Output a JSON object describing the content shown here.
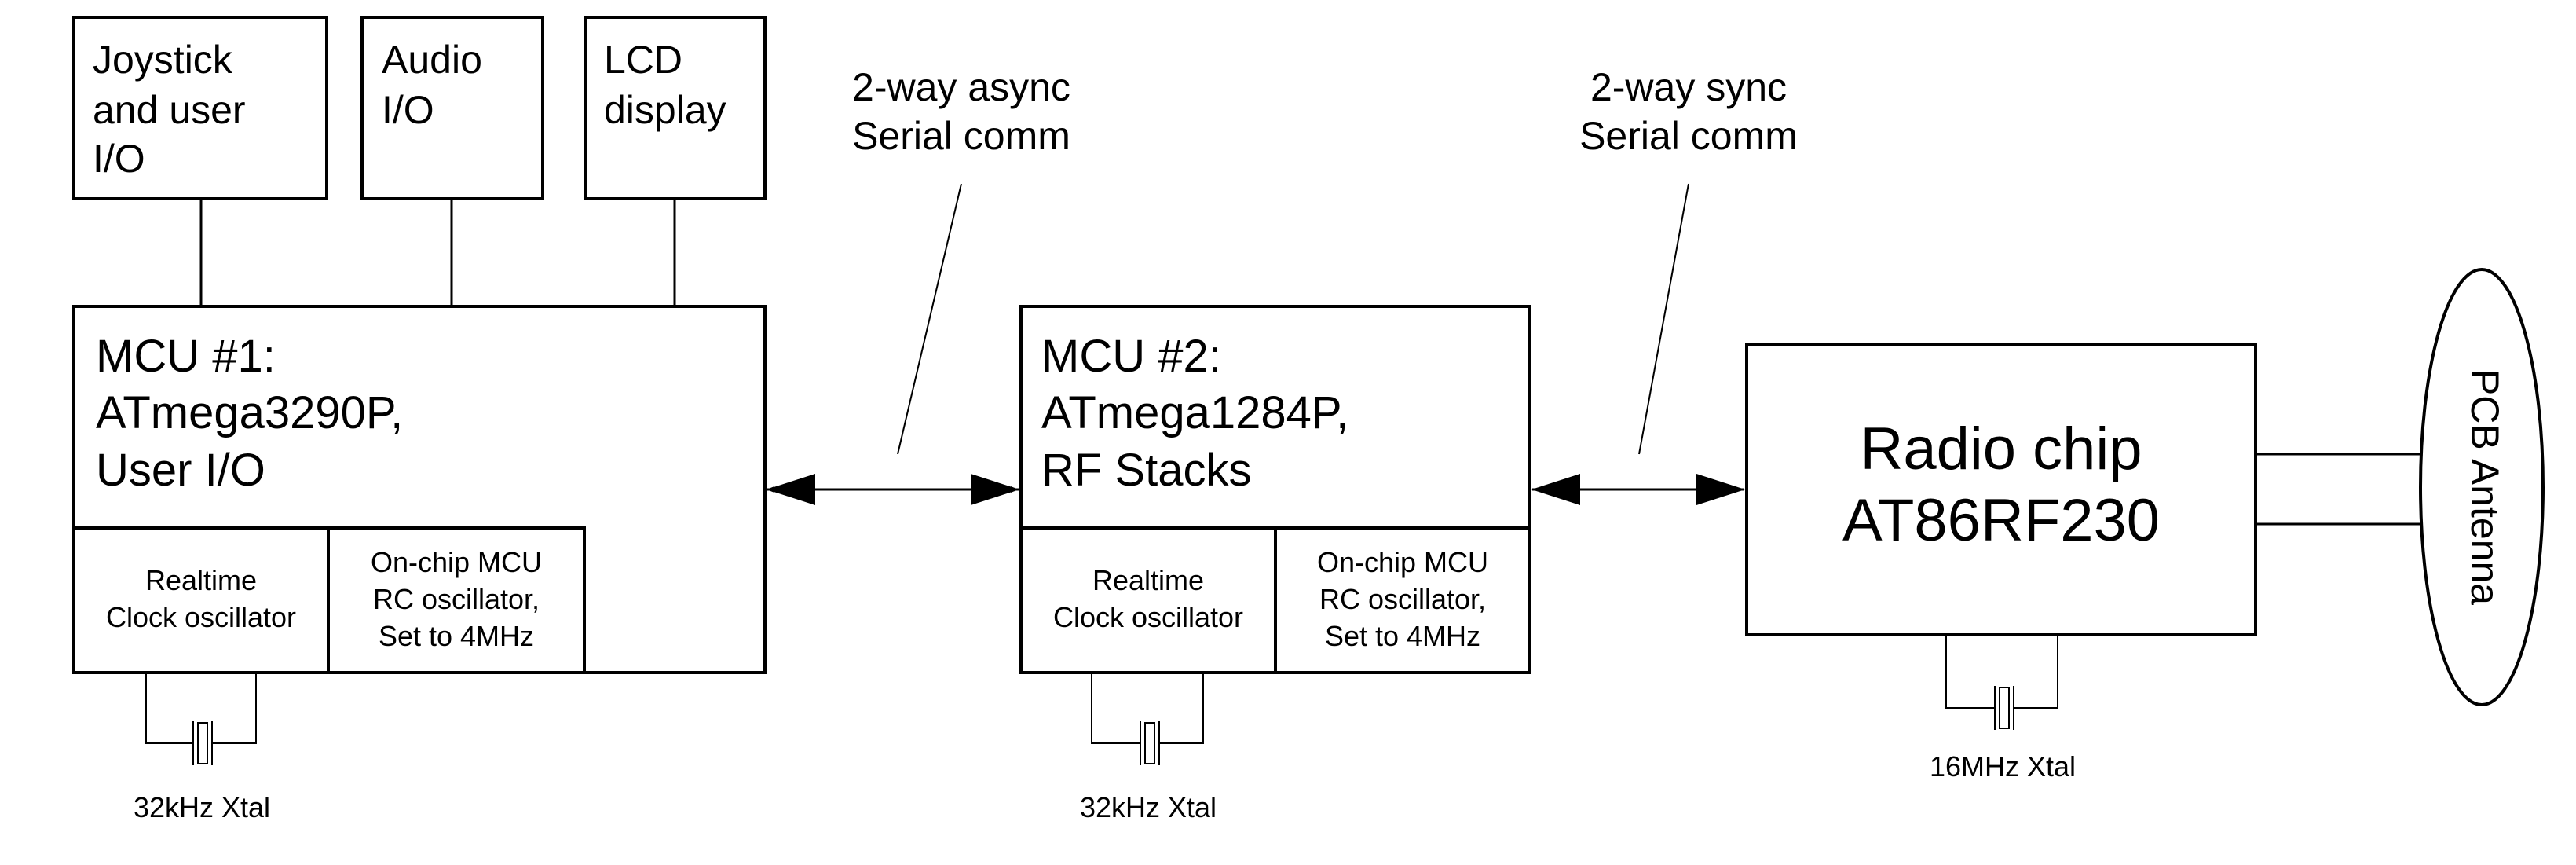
{
  "peripherals": {
    "joystick": [
      "Joystick",
      "and user",
      "I/O"
    ],
    "audio": [
      "Audio",
      "I/O"
    ],
    "lcd": [
      "LCD",
      "display"
    ]
  },
  "mcu1": {
    "lines": [
      "MCU #1:",
      "ATmega3290P,",
      "User I/O"
    ],
    "rtc": [
      "Realtime",
      "Clock oscillator"
    ],
    "rc": [
      "On-chip MCU",
      "RC oscillator,",
      "Set to 4MHz"
    ],
    "xtal": "32kHz Xtal"
  },
  "mcu2": {
    "lines": [
      "MCU #2:",
      "ATmega1284P,",
      "RF Stacks"
    ],
    "rtc": [
      "Realtime",
      "Clock oscillator"
    ],
    "rc": [
      "On-chip MCU",
      "RC oscillator,",
      "Set to 4MHz"
    ],
    "xtal": "32kHz Xtal"
  },
  "radio": {
    "lines": [
      "Radio chip",
      "AT86RF230"
    ],
    "xtal": "16MHz Xtal"
  },
  "antenna": "PCB Antenna",
  "links": {
    "async": [
      "2-way async",
      "Serial comm"
    ],
    "sync": [
      "2-way sync",
      "Serial comm"
    ]
  }
}
